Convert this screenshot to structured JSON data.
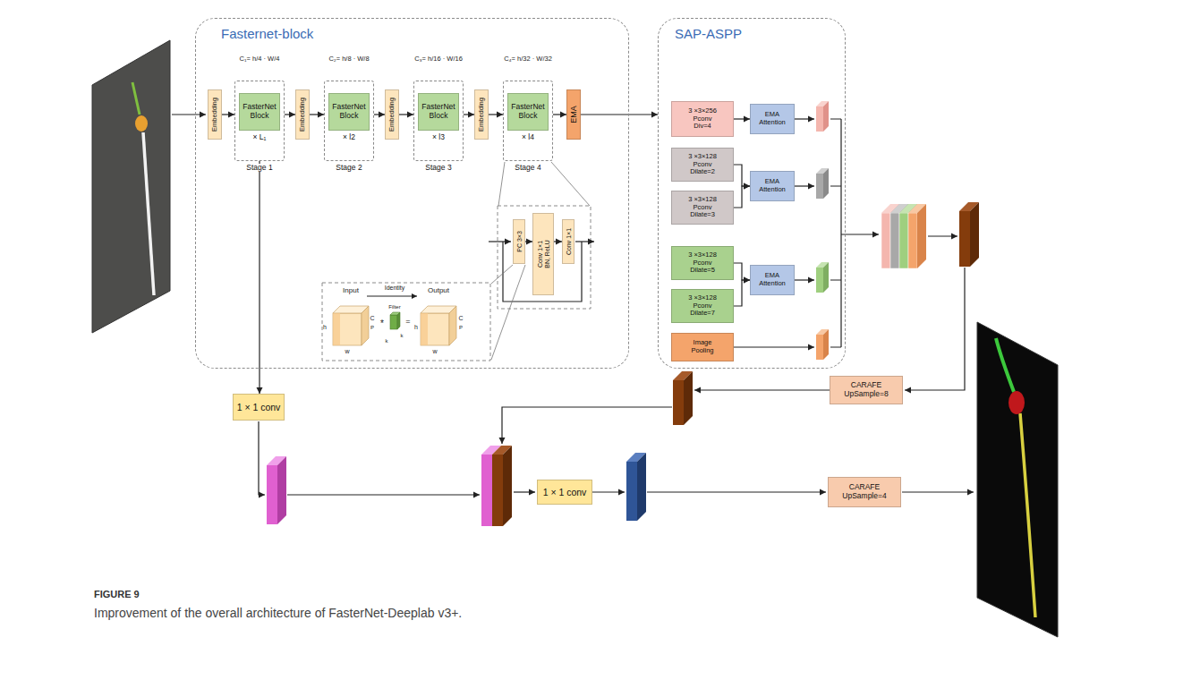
{
  "diagram": {
    "caption": "Improvement of the overall architecture of FasterNet-Deeplab v3+.",
    "nodes": [
      {
        "text": [
          "Fasternet-block"
        ]
      },
      {
        "text": [
          "Embedding"
        ],
        "in": 0
      },
      {
        "text": [
          "× L₁",
          "Stage 1"
        ],
        "in": 0
      },
      {
        "text": [
          "FasterNet Block"
        ],
        "in": 2
      },
      {
        "text": [
          "Embedding"
        ],
        "in": 0
      },
      {
        "text": [
          "× l2",
          "Stage 2"
        ],
        "in": 0
      },
      {
        "text": [
          "FasterNet Block"
        ],
        "in": 5
      },
      {
        "text": [
          "Embedding"
        ],
        "in": 0
      },
      {
        "text": [
          "× l3",
          "Stage 3"
        ],
        "in": 0
      },
      {
        "text": [
          "FasterNet Block"
        ],
        "in": 8
      },
      {
        "text": [
          "Embedding"
        ],
        "in": 0
      },
      {
        "text": [
          "× l4",
          "Stage 4"
        ],
        "in": 0
      },
      {
        "text": [
          "FasterNet Block"
        ],
        "in": 11
      },
      {
        "text": [
          "EMA"
        ],
        "in": 0
      },
      {
        "text": [
          "PC 3×3"
        ],
        "in": 0
      },
      {
        "text": [
          "Conv 1×1",
          "BN, ReLU"
        ],
        "in": 0
      },
      {
        "text": [
          "Conv 1×1"
        ],
        "in": 0
      },
      {
        "text": [
          "SAP-ASPP"
        ]
      },
      {
        "text": [
          "3 ×3×256 Pconv Div=4"
        ],
        "in": 17
      },
      {
        "text": [
          "3 ×3×128 Pconv Dilate=2"
        ],
        "in": 17
      },
      {
        "text": [
          "3 ×3×128 Pconv Dilate=3"
        ],
        "in": 17
      },
      {
        "text": [
          "3 ×3×128 Pconv Dilate=5"
        ],
        "in": 17
      },
      {
        "text": [
          "3 ×3×128 Pconv Dilate=7"
        ],
        "in": 17
      },
      {
        "text": [
          "Image Pooling"
        ],
        "in": 17
      },
      {
        "text": [
          "EMA Attention"
        ],
        "in": 17
      },
      {
        "text": [
          "EMA Attention"
        ],
        "in": 17
      },
      {
        "text": [
          "EMA Attention"
        ],
        "in": 17
      },
      {
        "text": [
          "1 × 1 conv"
        ]
      },
      {
        "text": [
          "CARAFE UpSample=8"
        ]
      },
      {
        "text": [
          "1 × 1 conv"
        ]
      },
      {
        "text": [
          "CARAFE UpSample=4"
        ]
      }
    ],
    "edges": [
      {
        "from": 1,
        "to": 2,
        "arrow": "to"
      },
      {
        "from": 2,
        "to": 4,
        "arrow": "to"
      },
      {
        "from": 4,
        "to": 5,
        "arrow": "to"
      },
      {
        "from": 5,
        "to": 7,
        "arrow": "to"
      },
      {
        "from": 7,
        "to": 8,
        "arrow": "to"
      },
      {
        "from": 8,
        "to": 10,
        "arrow": "to"
      },
      {
        "from": 10,
        "to": 11,
        "arrow": "to"
      },
      {
        "from": 11,
        "to": 13,
        "arrow": "to"
      },
      {
        "from": 13,
        "to": 17,
        "arrow": "to"
      },
      {
        "from": 14,
        "to": 15,
        "arrow": "to"
      },
      {
        "from": 15,
        "to": 16,
        "arrow": "to"
      },
      {
        "from": 18,
        "to": 24,
        "arrow": "to"
      },
      {
        "from": 19,
        "to": 25,
        "arrow": "to"
      },
      {
        "from": 20,
        "to": 25,
        "arrow": "to"
      },
      {
        "from": 21,
        "to": 26,
        "arrow": "to"
      },
      {
        "from": 22,
        "to": 26,
        "arrow": "to"
      },
      {
        "from": 2,
        "to": 27,
        "arrow": "to"
      }
    ],
    "labels": [
      "C₁= h/4 · W/4",
      "C₂= h/8 · W/8",
      "C₃= h/16 · W/16",
      "C₄= h/32 · W/32",
      "Input",
      "Identity",
      "Output",
      "h",
      "w",
      "C",
      "P",
      "*",
      "Filter",
      "k",
      "k",
      "=",
      "h",
      "w",
      "C",
      "P",
      "FIGURE 9"
    ]
  }
}
